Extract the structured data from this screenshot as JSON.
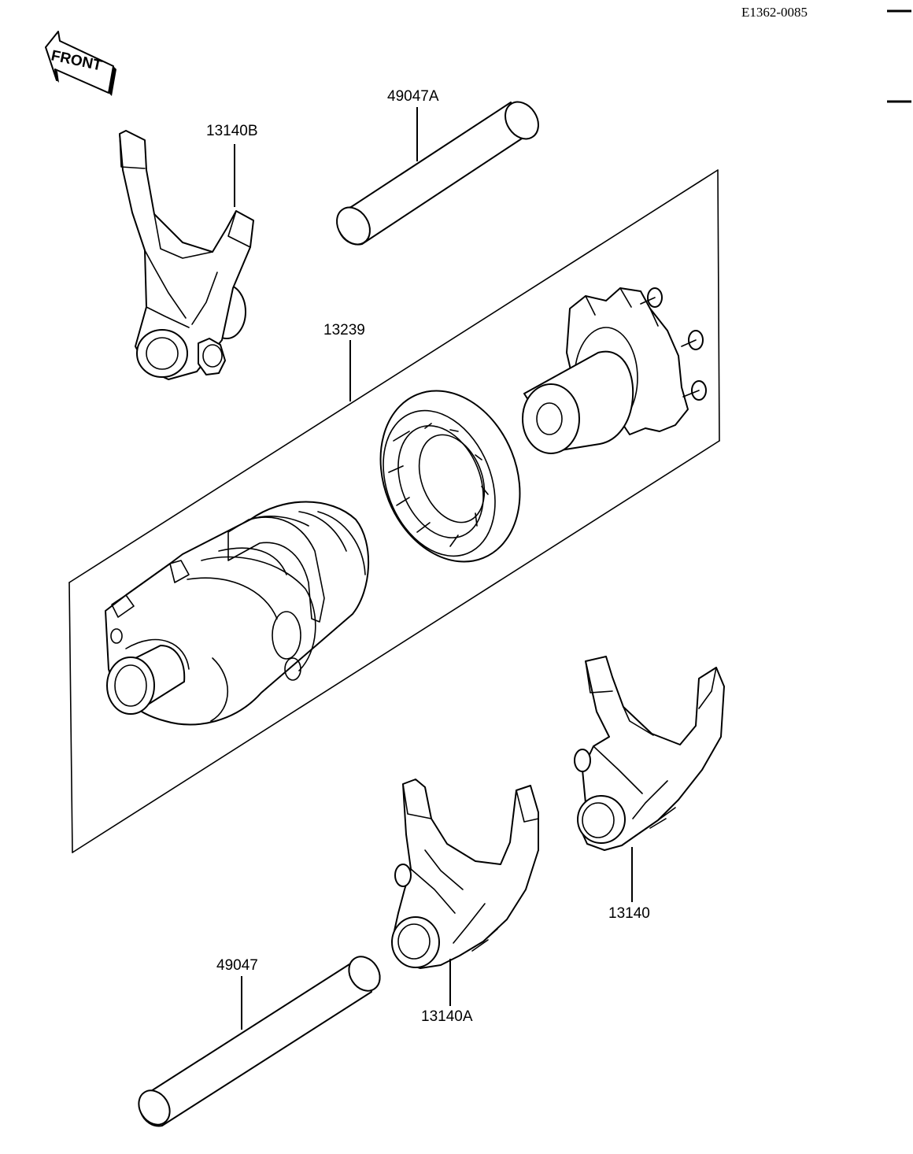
{
  "diagram_code": "E1362-0085",
  "front_label": "FRONT",
  "parts": {
    "fork_13140B": "13140B",
    "shaft_49047A": "49047A",
    "drum_13239": "13239",
    "fork_13140": "13140",
    "shaft_49047": "49047",
    "fork_13140A": "13140A"
  }
}
